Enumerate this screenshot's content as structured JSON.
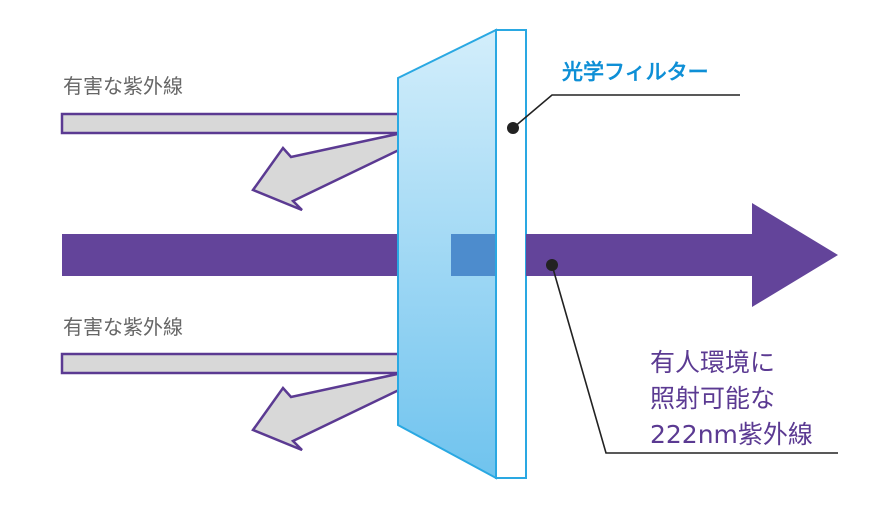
{
  "labels": {
    "harmful_uv_top": "有害な紫外線",
    "harmful_uv_bottom": "有害な紫外線",
    "optical_filter": "光学フィルター",
    "safe_uv_line1": "有人環境に",
    "safe_uv_line2": "照射可能な",
    "safe_uv_line3": "222nm紫外線"
  },
  "colors": {
    "harmful_ray_fill": "#d8d8d8",
    "harmful_ray_stroke": "#5b3a92",
    "uv_beam": "#63449a",
    "beam_in_filter": "#4d8ccd",
    "filter_face": "#8ad0f2",
    "filter_edge": "#2aa8e2",
    "filter_label": "#0e8fd6",
    "safe_label": "#5b3a92",
    "harmful_label": "#666666",
    "leader_line": "#222222"
  }
}
